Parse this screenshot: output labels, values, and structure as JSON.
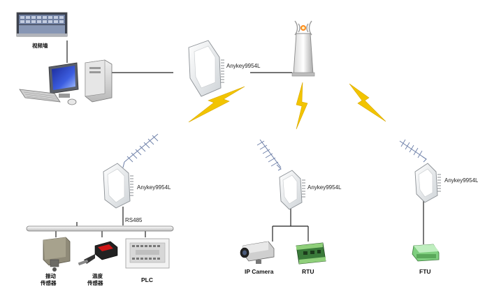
{
  "labels": {
    "video_wall": "视频墙",
    "device_name": "Anykey9954L",
    "rs485": "RS485",
    "vibration_sensor_line1": "振动",
    "vibration_sensor_line2": "传感器",
    "temperature_sensor_line1": "温度",
    "temperature_sensor_line2": "传感器",
    "plc": "PLC",
    "ip_camera": "IP Camera",
    "rtu": "RTU",
    "ftu": "FTU"
  },
  "colors": {
    "lightning": "#f2c400",
    "line": "#222222",
    "bus": "#dcdcdc",
    "antenna": "#6d7fa8"
  }
}
